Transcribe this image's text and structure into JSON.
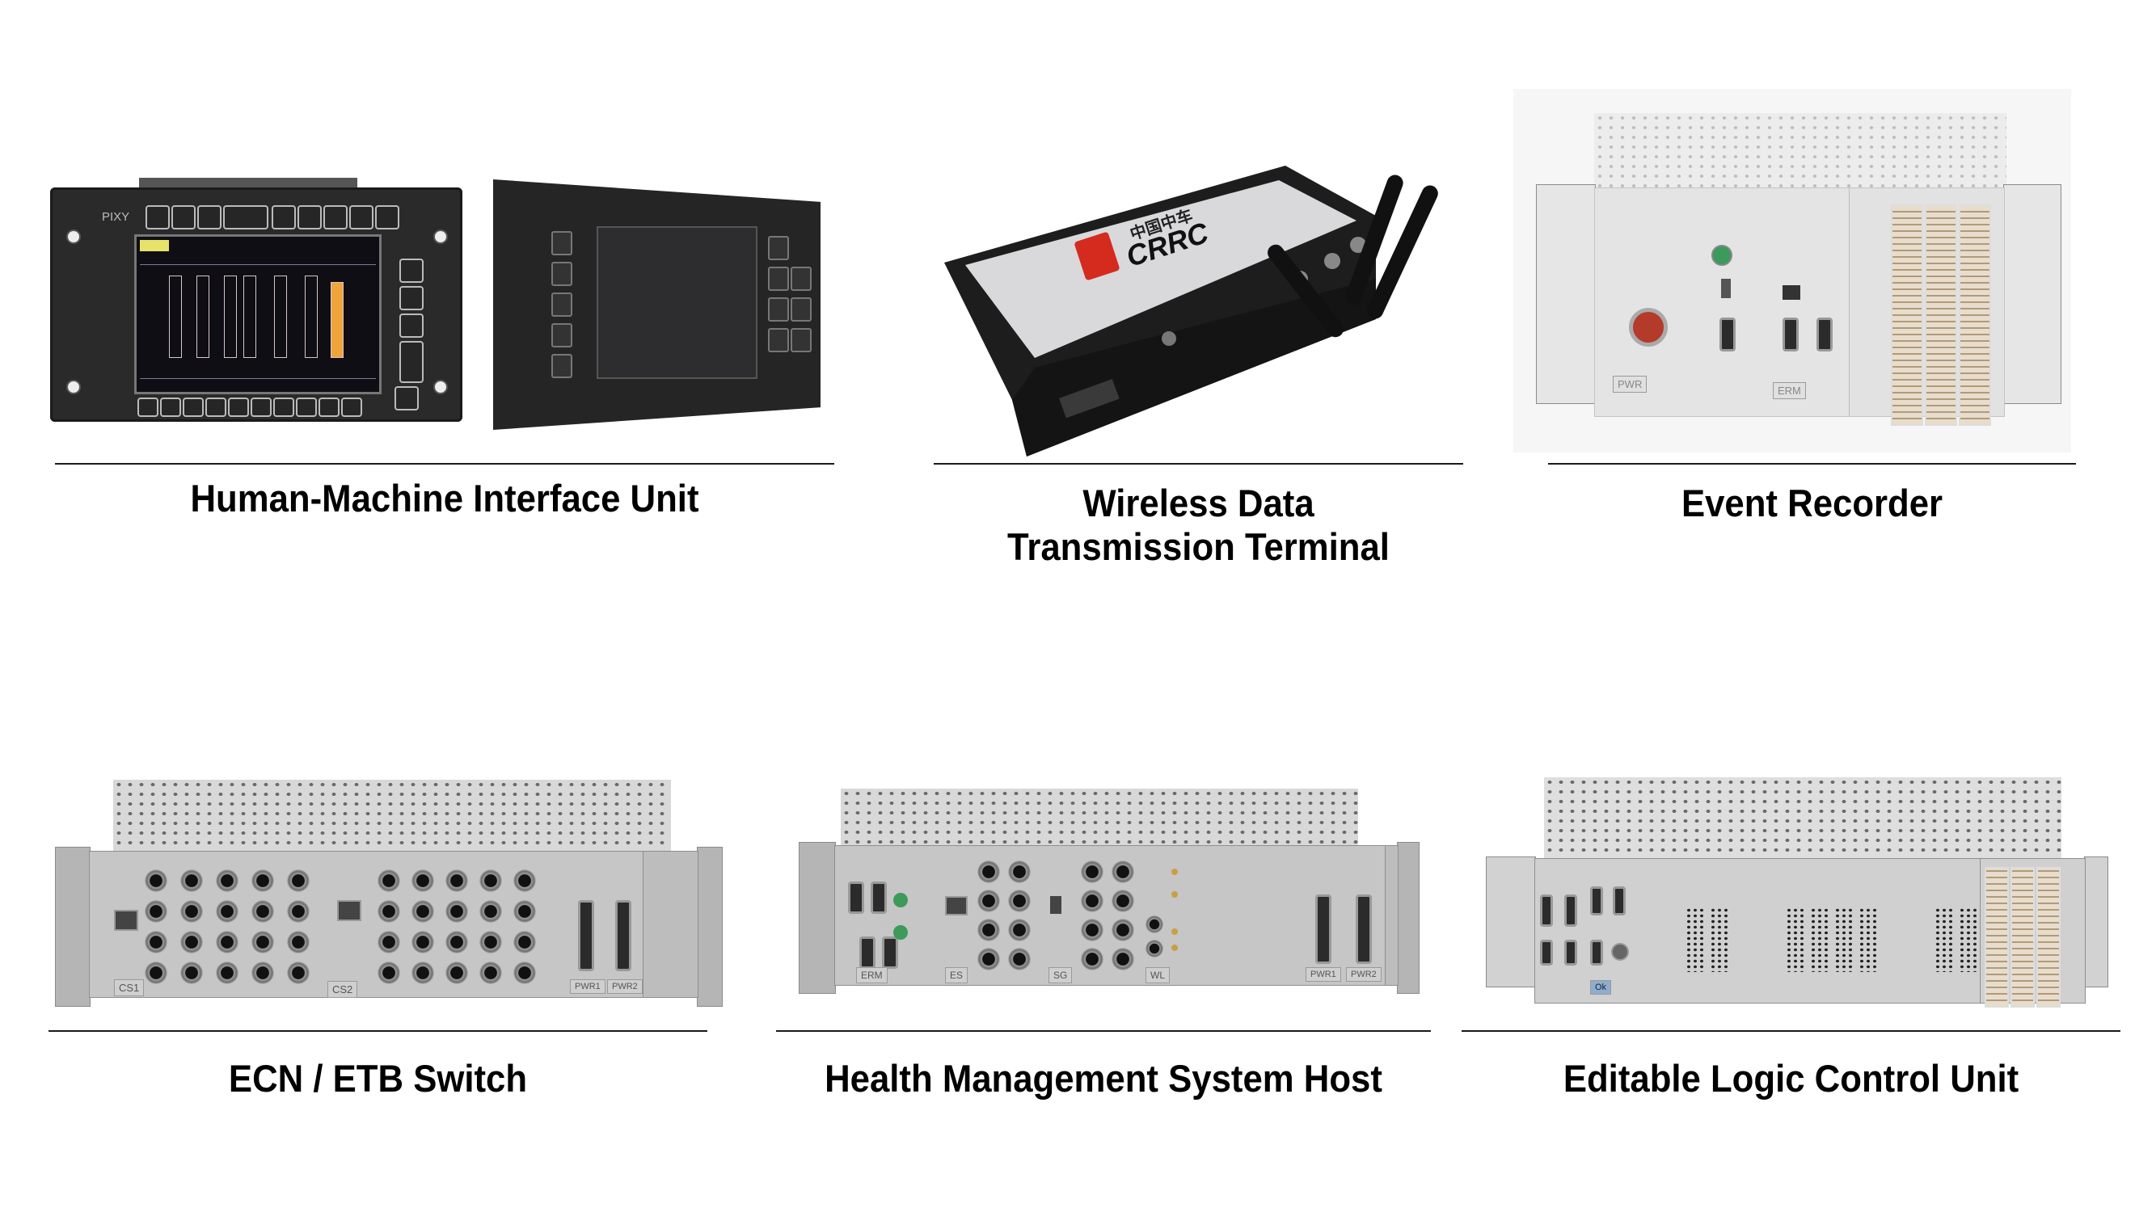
{
  "page": {
    "background": "#ffffff",
    "caption_color": "#000000",
    "rule_color": "#1a1a1a"
  },
  "products": [
    {
      "id": "hmi",
      "caption": "Human-Machine Interface Unit",
      "photo_labels": {
        "brand": "PIXY"
      }
    },
    {
      "id": "wdt",
      "caption_line1": "Wireless Data",
      "caption_line2": "Transmission Terminal",
      "photo_labels": {
        "logo_cn": "中国中车",
        "logo_en": "CRRC",
        "logo_color": "#d42b1e"
      }
    },
    {
      "id": "er",
      "caption": "Event Recorder",
      "photo_labels": {
        "module1": "PWR",
        "module2": "ERM"
      }
    },
    {
      "id": "ecn",
      "caption": "ECN / ETB Switch",
      "photo_labels": {
        "module1": "CS1",
        "module2": "CS2",
        "module3": "PWR1",
        "module4": "PWR2"
      }
    },
    {
      "id": "hms",
      "caption": "Health Management System Host",
      "photo_labels": {
        "module1": "ERM",
        "module2": "ES",
        "module3": "SG",
        "module4": "WL",
        "module5": "PWR1",
        "module6": "PWR2"
      }
    },
    {
      "id": "elc",
      "caption": "Editable Logic Control Unit",
      "photo_labels": {
        "module1": "Ok"
      }
    }
  ]
}
